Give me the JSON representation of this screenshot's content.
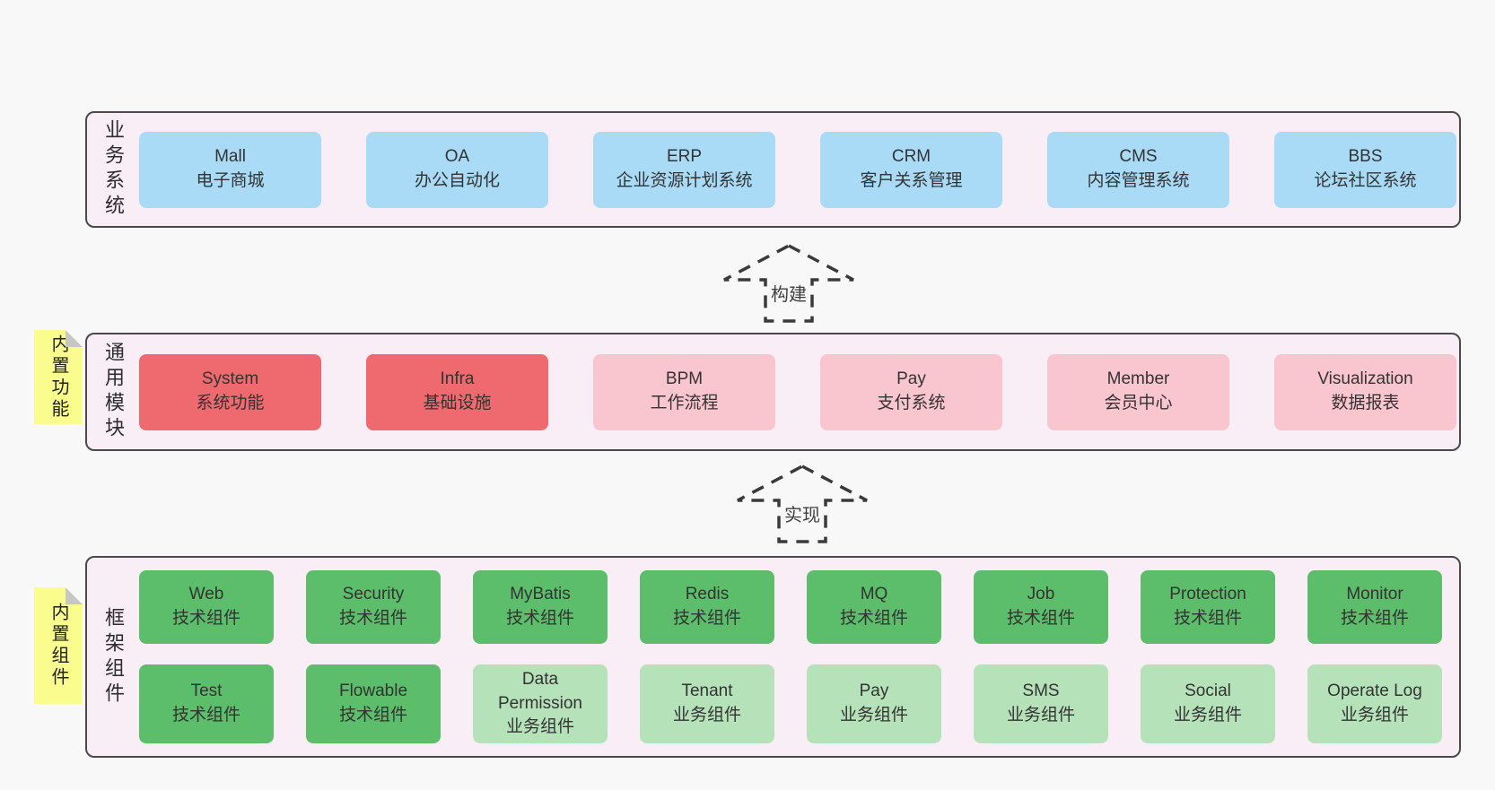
{
  "palette": {
    "page_bg": "#f8f8f8",
    "layer_bg": "#f9edf6",
    "layer_border": "#4a4a4a",
    "blue": "#a9dbf7",
    "red": "#ef6a6e",
    "pink": "#f9c5cf",
    "green_dark": "#5cbd6b",
    "green_light": "#b6e2b9",
    "note_yellow": "#fbfc8e",
    "note_fold": "#c6c6c6",
    "text": "#333333"
  },
  "arrows": [
    {
      "label": "构建"
    },
    {
      "label": "实现"
    }
  ],
  "layers": [
    {
      "id": "business",
      "label": "业务系统",
      "note": "",
      "rows": [
        [
          {
            "title": "Mall",
            "subtitle": "电子商城",
            "variant": "blue"
          },
          {
            "title": "OA",
            "subtitle": "办公自动化",
            "variant": "blue"
          },
          {
            "title": "ERP",
            "subtitle": "企业资源计划系统",
            "variant": "blue"
          },
          {
            "title": "CRM",
            "subtitle": "客户关系管理",
            "variant": "blue"
          },
          {
            "title": "CMS",
            "subtitle": "内容管理系统",
            "variant": "blue"
          },
          {
            "title": "BBS",
            "subtitle": "论坛社区系统",
            "variant": "blue"
          }
        ]
      ]
    },
    {
      "id": "modules",
      "label": "通用模块",
      "note": "内置功能",
      "rows": [
        [
          {
            "title": "System",
            "subtitle": "系统功能",
            "variant": "red"
          },
          {
            "title": "Infra",
            "subtitle": "基础设施",
            "variant": "red"
          },
          {
            "title": "BPM",
            "subtitle": "工作流程",
            "variant": "pink"
          },
          {
            "title": "Pay",
            "subtitle": "支付系统",
            "variant": "pink"
          },
          {
            "title": "Member",
            "subtitle": "会员中心",
            "variant": "pink"
          },
          {
            "title": "Visualization",
            "subtitle": "数据报表",
            "variant": "pink"
          }
        ]
      ]
    },
    {
      "id": "components",
      "label": "框架组件",
      "note": "内置组件",
      "rows": [
        [
          {
            "title": "Web",
            "subtitle": "技术组件",
            "variant": "green"
          },
          {
            "title": "Security",
            "subtitle": "技术组件",
            "variant": "green"
          },
          {
            "title": "MyBatis",
            "subtitle": "技术组件",
            "variant": "green"
          },
          {
            "title": "Redis",
            "subtitle": "技术组件",
            "variant": "green"
          },
          {
            "title": "MQ",
            "subtitle": "技术组件",
            "variant": "green"
          },
          {
            "title": "Job",
            "subtitle": "技术组件",
            "variant": "green"
          },
          {
            "title": "Protection",
            "subtitle": "技术组件",
            "variant": "green"
          },
          {
            "title": "Monitor",
            "subtitle": "技术组件",
            "variant": "green"
          }
        ],
        [
          {
            "title": "Test",
            "subtitle": "技术组件",
            "variant": "green"
          },
          {
            "title": "Flowable",
            "subtitle": "技术组件",
            "variant": "green"
          },
          {
            "title": "Data Permission",
            "subtitle": "业务组件",
            "variant": "green-light"
          },
          {
            "title": "Tenant",
            "subtitle": "业务组件",
            "variant": "green-light"
          },
          {
            "title": "Pay",
            "subtitle": "业务组件",
            "variant": "green-light"
          },
          {
            "title": "SMS",
            "subtitle": "业务组件",
            "variant": "green-light"
          },
          {
            "title": "Social",
            "subtitle": "业务组件",
            "variant": "green-light"
          },
          {
            "title": "Operate Log",
            "subtitle": "业务组件",
            "variant": "green-light"
          }
        ]
      ]
    }
  ]
}
